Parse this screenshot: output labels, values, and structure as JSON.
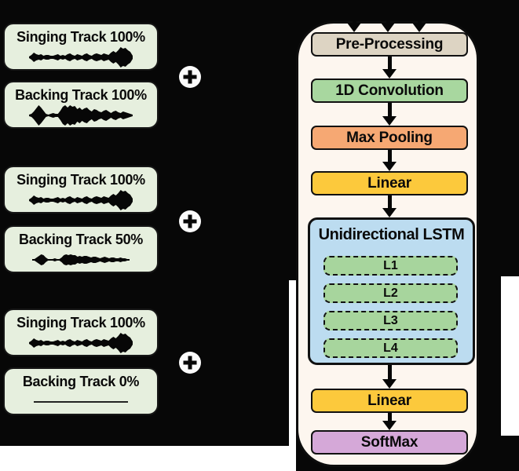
{
  "left_panel": {
    "track_box_color": "#e6efde",
    "groups": [
      {
        "operator": "+",
        "tracks": [
          {
            "label": "Singing Track 100%",
            "waveform": "singing"
          },
          {
            "label": "Backing Track 100%",
            "waveform": "backing_full"
          }
        ]
      },
      {
        "operator": "+",
        "tracks": [
          {
            "label": "Singing Track 100%",
            "waveform": "singing"
          },
          {
            "label": "Backing Track 50%",
            "waveform": "backing_half"
          }
        ]
      },
      {
        "operator": "+",
        "tracks": [
          {
            "label": "Singing Track 100%",
            "waveform": "singing"
          },
          {
            "label": "Backing Track 0%",
            "waveform": "flat"
          }
        ]
      }
    ]
  },
  "network": {
    "container_color": "#fdf6ef",
    "input_arrows": 3,
    "blocks": [
      {
        "label": "Pre-Processing",
        "color": "#ddd4c3"
      },
      {
        "label": "1D Convolution",
        "color": "#a8d79f"
      },
      {
        "label": "Max Pooling",
        "color": "#f6a873"
      },
      {
        "label": "Linear",
        "color": "#fcc93c"
      },
      {
        "label": "Unidirectional LSTM",
        "color": "#bcdcf0",
        "layer_color": "#a7d59d",
        "layers": [
          "L1",
          "L2",
          "L3",
          "L4"
        ]
      },
      {
        "label": "Linear",
        "color": "#fcc93c"
      },
      {
        "label": "SoftMax",
        "color": "#d5a8d8"
      }
    ]
  },
  "icons": {
    "plus": "+",
    "waveform": "audio-amplitude"
  },
  "waveforms": {
    "singing": {
      "width": 132,
      "amps": [
        1,
        3,
        6,
        4,
        3,
        4,
        2,
        3,
        3,
        2,
        2,
        3,
        4,
        2,
        3,
        2,
        4,
        5,
        3,
        2,
        4,
        3,
        2,
        4,
        5,
        3,
        2,
        4,
        5,
        4,
        3,
        5,
        4,
        3,
        6,
        8,
        6,
        9,
        13,
        11,
        12,
        9,
        7,
        2
      ]
    },
    "backing_full": {
      "width": 132,
      "amps": [
        1,
        2,
        5,
        9,
        13,
        10,
        6,
        2,
        1,
        2,
        3,
        2,
        2,
        6,
        11,
        13,
        10,
        13,
        11,
        12,
        8,
        10,
        7,
        9,
        10,
        7,
        5,
        8,
        7,
        5,
        4,
        6,
        7,
        5,
        3,
        5,
        6,
        4,
        3,
        5,
        4,
        3,
        2,
        1
      ]
    },
    "backing_half": {
      "width": 124,
      "amps": [
        1,
        1,
        3,
        5,
        7,
        6,
        3,
        1,
        1,
        1,
        2,
        1,
        1,
        3,
        6,
        7,
        6,
        7,
        6,
        6,
        4,
        5,
        4,
        5,
        5,
        4,
        3,
        4,
        4,
        3,
        2,
        3,
        4,
        3,
        2,
        3,
        3,
        2,
        2,
        3,
        2,
        2,
        1,
        1
      ]
    },
    "flat": {
      "width": 120,
      "amps": [
        0.9,
        0.9
      ]
    }
  }
}
